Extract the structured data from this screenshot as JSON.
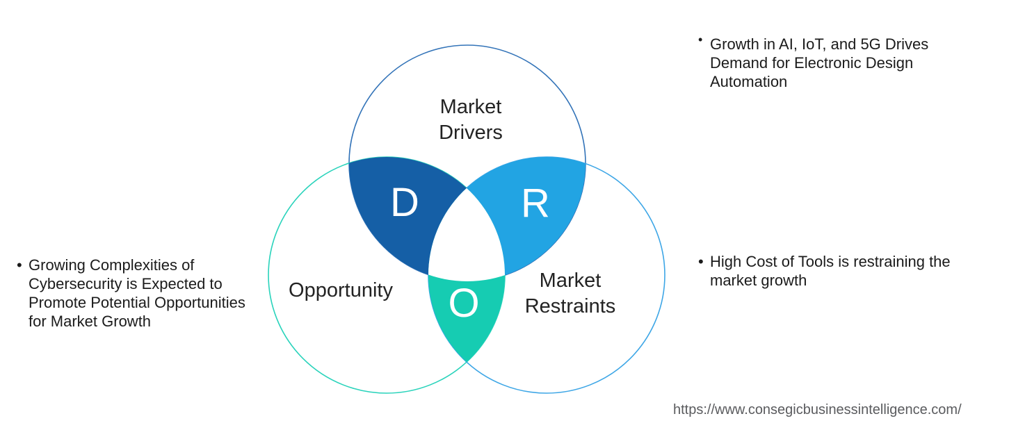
{
  "diagram": {
    "type": "venn",
    "circles": {
      "drivers": {
        "label": "Market\nDrivers",
        "outline_color": "#3273b8"
      },
      "opportunity": {
        "label": "Opportunity",
        "outline_color": "#29d3bb"
      },
      "restraints": {
        "label": "Market\nRestraints",
        "outline_color": "#3da6e6"
      }
    },
    "intersections": {
      "drivers_opportunity": {
        "letter": "D",
        "fill_color": "#155fa6"
      },
      "drivers_restraints": {
        "letter": "R",
        "fill_color": "#22a4e3"
      },
      "opportunity_restraints": {
        "letter": "O",
        "fill_color": "#16ccb2"
      },
      "center_fill_color": "#ffffff"
    }
  },
  "annotations": {
    "drivers_note": {
      "bullet": "•",
      "text": "Growth in AI, IoT, and 5G Drives\nDemand for Electronic Design\nAutomation"
    },
    "opportunity_note": {
      "bullet": "•",
      "text": "Growing Complexities of\nCybersecurity is Expected to\nPromote Potential Opportunities\nfor Market Growth"
    },
    "restraints_note": {
      "bullet": "•",
      "text": "High Cost of Tools is restraining the\nmarket growth"
    }
  },
  "footer": {
    "url": "https://www.consegicbusinessintelligence.com/"
  }
}
